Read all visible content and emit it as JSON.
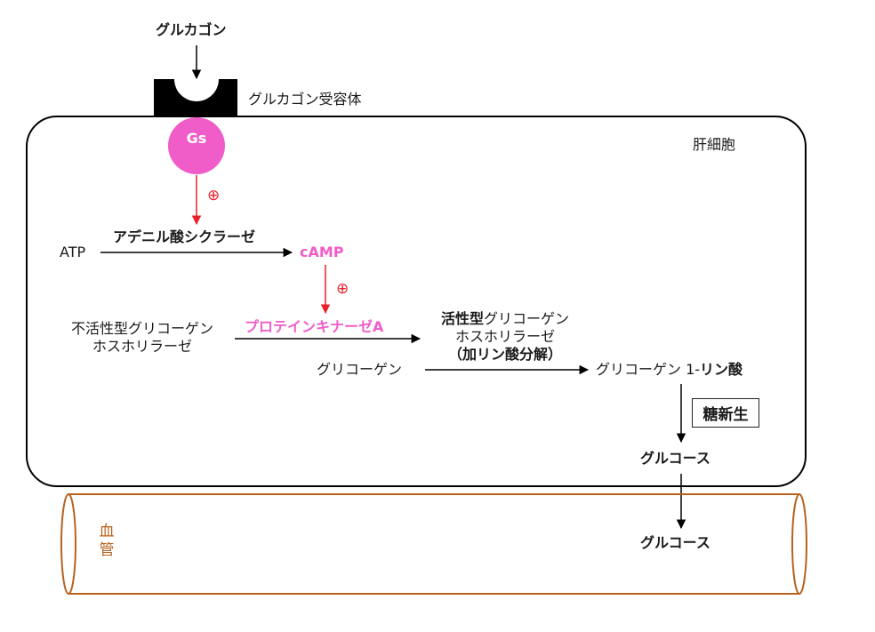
{
  "nodes": {
    "glucagon": "グルカゴン",
    "receptor": "グルカゴン受容体",
    "hepatocyte": "肝細胞",
    "gs": "Gs",
    "plus_1": "⊕",
    "plus_2": "⊕",
    "atp": "ATP",
    "adenylyl_cyclase": "アデニル酸シクラーゼ",
    "camp": "cAMP",
    "inactive_phosphorylase_line1": "不活性型グリコーゲン",
    "inactive_phosphorylase_line2": "ホスホリラーゼ",
    "pka": "プロテインキナーゼA",
    "active_prefix": "活性型",
    "active_phosphorylase_line1_rest": "グリコーゲン",
    "active_phosphorylase_line2": "ホスホリラーゼ",
    "phosphorolysis": "（加リン酸分解）",
    "glycogen": "グリコーゲン",
    "g1p_prefix": "グリコーゲン 1-",
    "g1p_bold": "リン酸",
    "gluconeogenesis": "糖新生",
    "glucose_cell": "グルコース",
    "glucose_blood": "グルコース",
    "blood_vessel": "血管"
  },
  "colors": {
    "pink": "#f05cc8",
    "red_arrow": "#e8212a",
    "vessel": "#b8621e",
    "black": "#000000"
  }
}
